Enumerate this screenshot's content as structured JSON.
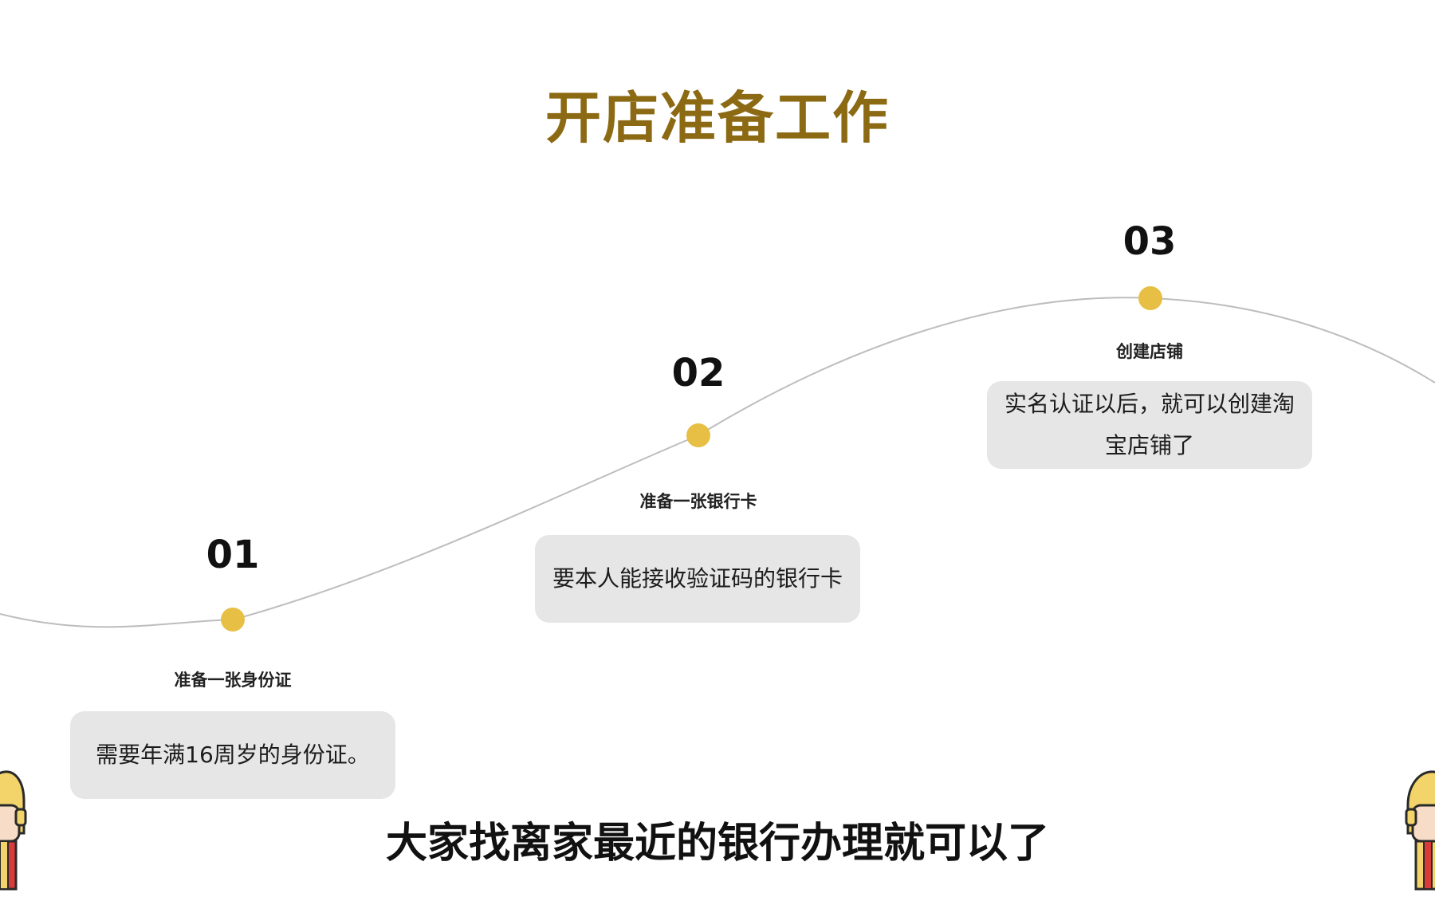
{
  "slide": {
    "title": "开店准备工作",
    "caption": "大家找离家最近的银行办理就可以了"
  },
  "steps": [
    {
      "number": "01",
      "label": "准备一张身份证",
      "description": "需要年满16周岁的身份证。"
    },
    {
      "number": "02",
      "label": "准备一张银行卡",
      "description": "要本人能接收验证码的银行卡"
    },
    {
      "number": "03",
      "label": "创建店铺",
      "description": "实名认证以后，就可以创建淘宝店铺了"
    }
  ],
  "colors": {
    "title": "#8c6a14",
    "dot": "#e8bf45",
    "box": "#e6e6e6",
    "curve": "#bdbdbd"
  },
  "icons": [
    "left-mascot-icon",
    "right-mascot-icon"
  ]
}
